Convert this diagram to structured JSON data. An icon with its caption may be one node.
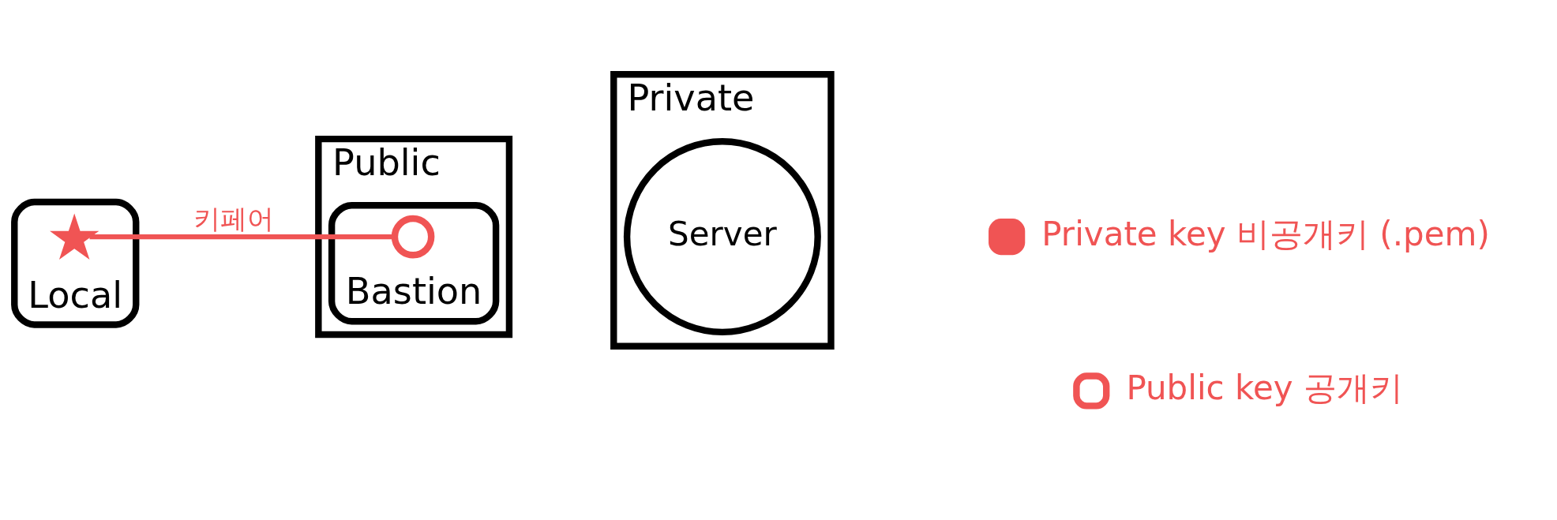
{
  "diagram": {
    "nodes": [
      {
        "text": [
          "Local"
        ]
      },
      {
        "text": [],
        "shape": "asterisk",
        "in": 0
      },
      {
        "text": [
          "Public"
        ]
      },
      {
        "text": [
          "Bastion"
        ],
        "in": 2
      },
      {
        "text": [],
        "shape": "circle",
        "in": 3
      },
      {
        "text": [
          "Private"
        ]
      },
      {
        "text": [
          "Server"
        ],
        "in": 5
      }
    ],
    "edges": [
      {
        "from": 1,
        "to": 4,
        "arrow": "none",
        "label": "키페어",
        "color": "#f05454"
      }
    ],
    "legend": [
      {
        "text": "Private key 비공개키 (.pem)"
      },
      {
        "text": "Public key 공개키"
      }
    ]
  }
}
